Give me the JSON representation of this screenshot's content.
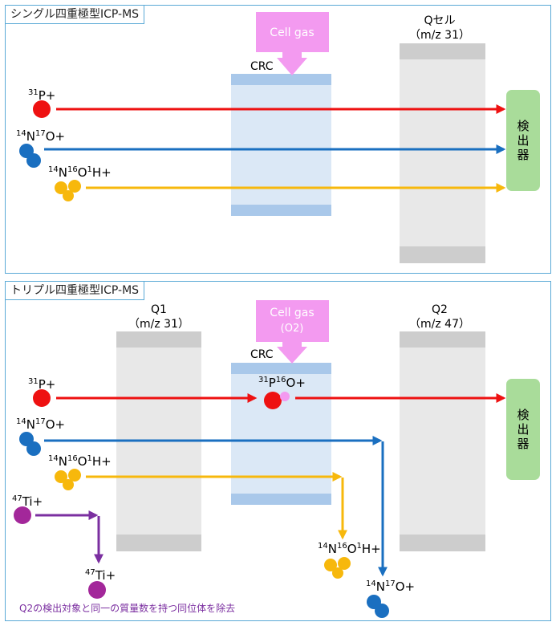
{
  "panel1": {
    "title": "シングル四重極型ICP-MS",
    "cell_gas": "Cell gas",
    "crc": "CRC",
    "qcell_line1": "Qセル",
    "qcell_line2": "（m/z 31）",
    "detector": "検出器",
    "ions": {
      "p": {
        "mass": "31",
        "sym": "P+"
      },
      "no": {
        "mass1": "14",
        "n": "N",
        "mass2": "17",
        "o": "O+"
      },
      "noh": {
        "mass1": "14",
        "n": "N",
        "mass2": "16",
        "o": "O",
        "mass3": "1",
        "h": "H+"
      }
    }
  },
  "panel2": {
    "title": "トリプル四重極型ICP-MS",
    "cell_gas": "Cell gas",
    "cell_gas2": "(O2)",
    "crc": "CRC",
    "q1_line1": "Q1",
    "q1_line2": "（m/z 31）",
    "q2_line1": "Q2",
    "q2_line2": "（m/z 47）",
    "detector": "検出器",
    "ions": {
      "p": {
        "mass": "31",
        "sym": "P+"
      },
      "po": {
        "mass1": "31",
        "p": "P",
        "mass2": "16",
        "o": "O+"
      },
      "no": {
        "mass1": "14",
        "n": "N",
        "mass2": "17",
        "o": "O+"
      },
      "noh": {
        "mass1": "14",
        "n": "N",
        "mass2": "16",
        "o": "O",
        "mass3": "1",
        "h": "H+"
      },
      "ti": {
        "mass": "47",
        "sym": "Ti+"
      }
    },
    "note": "Q2の検出対象と同一の質量数を持つ同位体を除去"
  },
  "colors": {
    "red": "#ee1111",
    "blue": "#1a6fc0",
    "yellow": "#f7b80c",
    "purple": "#7b2fa0",
    "pink": "#f39af0",
    "green": "#a9dc9a",
    "crc": "#dbe8f6",
    "crc_band": "#a9c8ea",
    "quad": "#e8e8e8",
    "quad_band": "#cdcdcd",
    "border": "#5aa9d6"
  }
}
